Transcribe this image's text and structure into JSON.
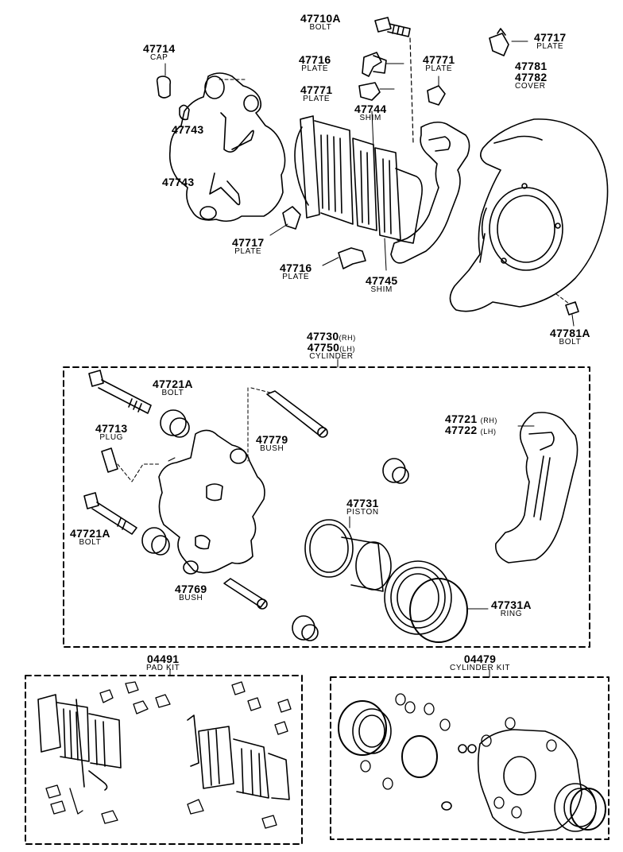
{
  "labels": {
    "bolt_47710A": {
      "num": "47710A",
      "name": "BOLT"
    },
    "cap_47714": {
      "num": "47714",
      "name": "CAP"
    },
    "spring_47743_top": {
      "num": "47743"
    },
    "spring_47743_bottom": {
      "num": "47743"
    },
    "plate_47716_top": {
      "num": "47716",
      "name": "PLATE"
    },
    "plate_47771_mid": {
      "num": "47771",
      "name": "PLATE"
    },
    "shim_47744": {
      "num": "47744",
      "name": "SHIM"
    },
    "plate_47771_right": {
      "num": "47771",
      "name": "PLATE"
    },
    "plate_47717_top": {
      "num": "47717",
      "name": "PLATE"
    },
    "cover_47781": {
      "num1": "47781",
      "num2": "47782",
      "name": "COVER"
    },
    "plate_47717_low": {
      "num": "47717",
      "name": "PLATE"
    },
    "plate_47716_low": {
      "num": "47716",
      "name": "PLATE"
    },
    "shim_47745": {
      "num": "47745",
      "name": "SHIM"
    },
    "bolt_47781A": {
      "num": "47781A",
      "name": "BOLT"
    },
    "cylinder": {
      "num1": "47730",
      "side1": "(RH)",
      "num2": "47750",
      "side2": "(LH)",
      "name": "CYLINDER"
    },
    "bolt_47721A_top": {
      "num": "47721A",
      "name": "BOLT"
    },
    "plug_47713": {
      "num": "47713",
      "name": "PLUG"
    },
    "bush_47779": {
      "num": "47779",
      "name": "BUSH"
    },
    "support_47721": {
      "num1": "47721",
      "side1": "(RH)",
      "num2": "47722",
      "side2": "(LH)"
    },
    "piston_47731": {
      "num": "47731",
      "name": "PISTON"
    },
    "bolt_47721A_low": {
      "num": "47721A",
      "name": "BOLT"
    },
    "bush_47769": {
      "num": "47769",
      "name": "BUSH"
    },
    "ring_47731A": {
      "num": "47731A",
      "name": "RING"
    },
    "pad_kit": {
      "num": "04491",
      "name": "PAD KIT"
    },
    "cylinder_kit": {
      "num": "04479",
      "name": "CYLINDER KIT"
    }
  }
}
